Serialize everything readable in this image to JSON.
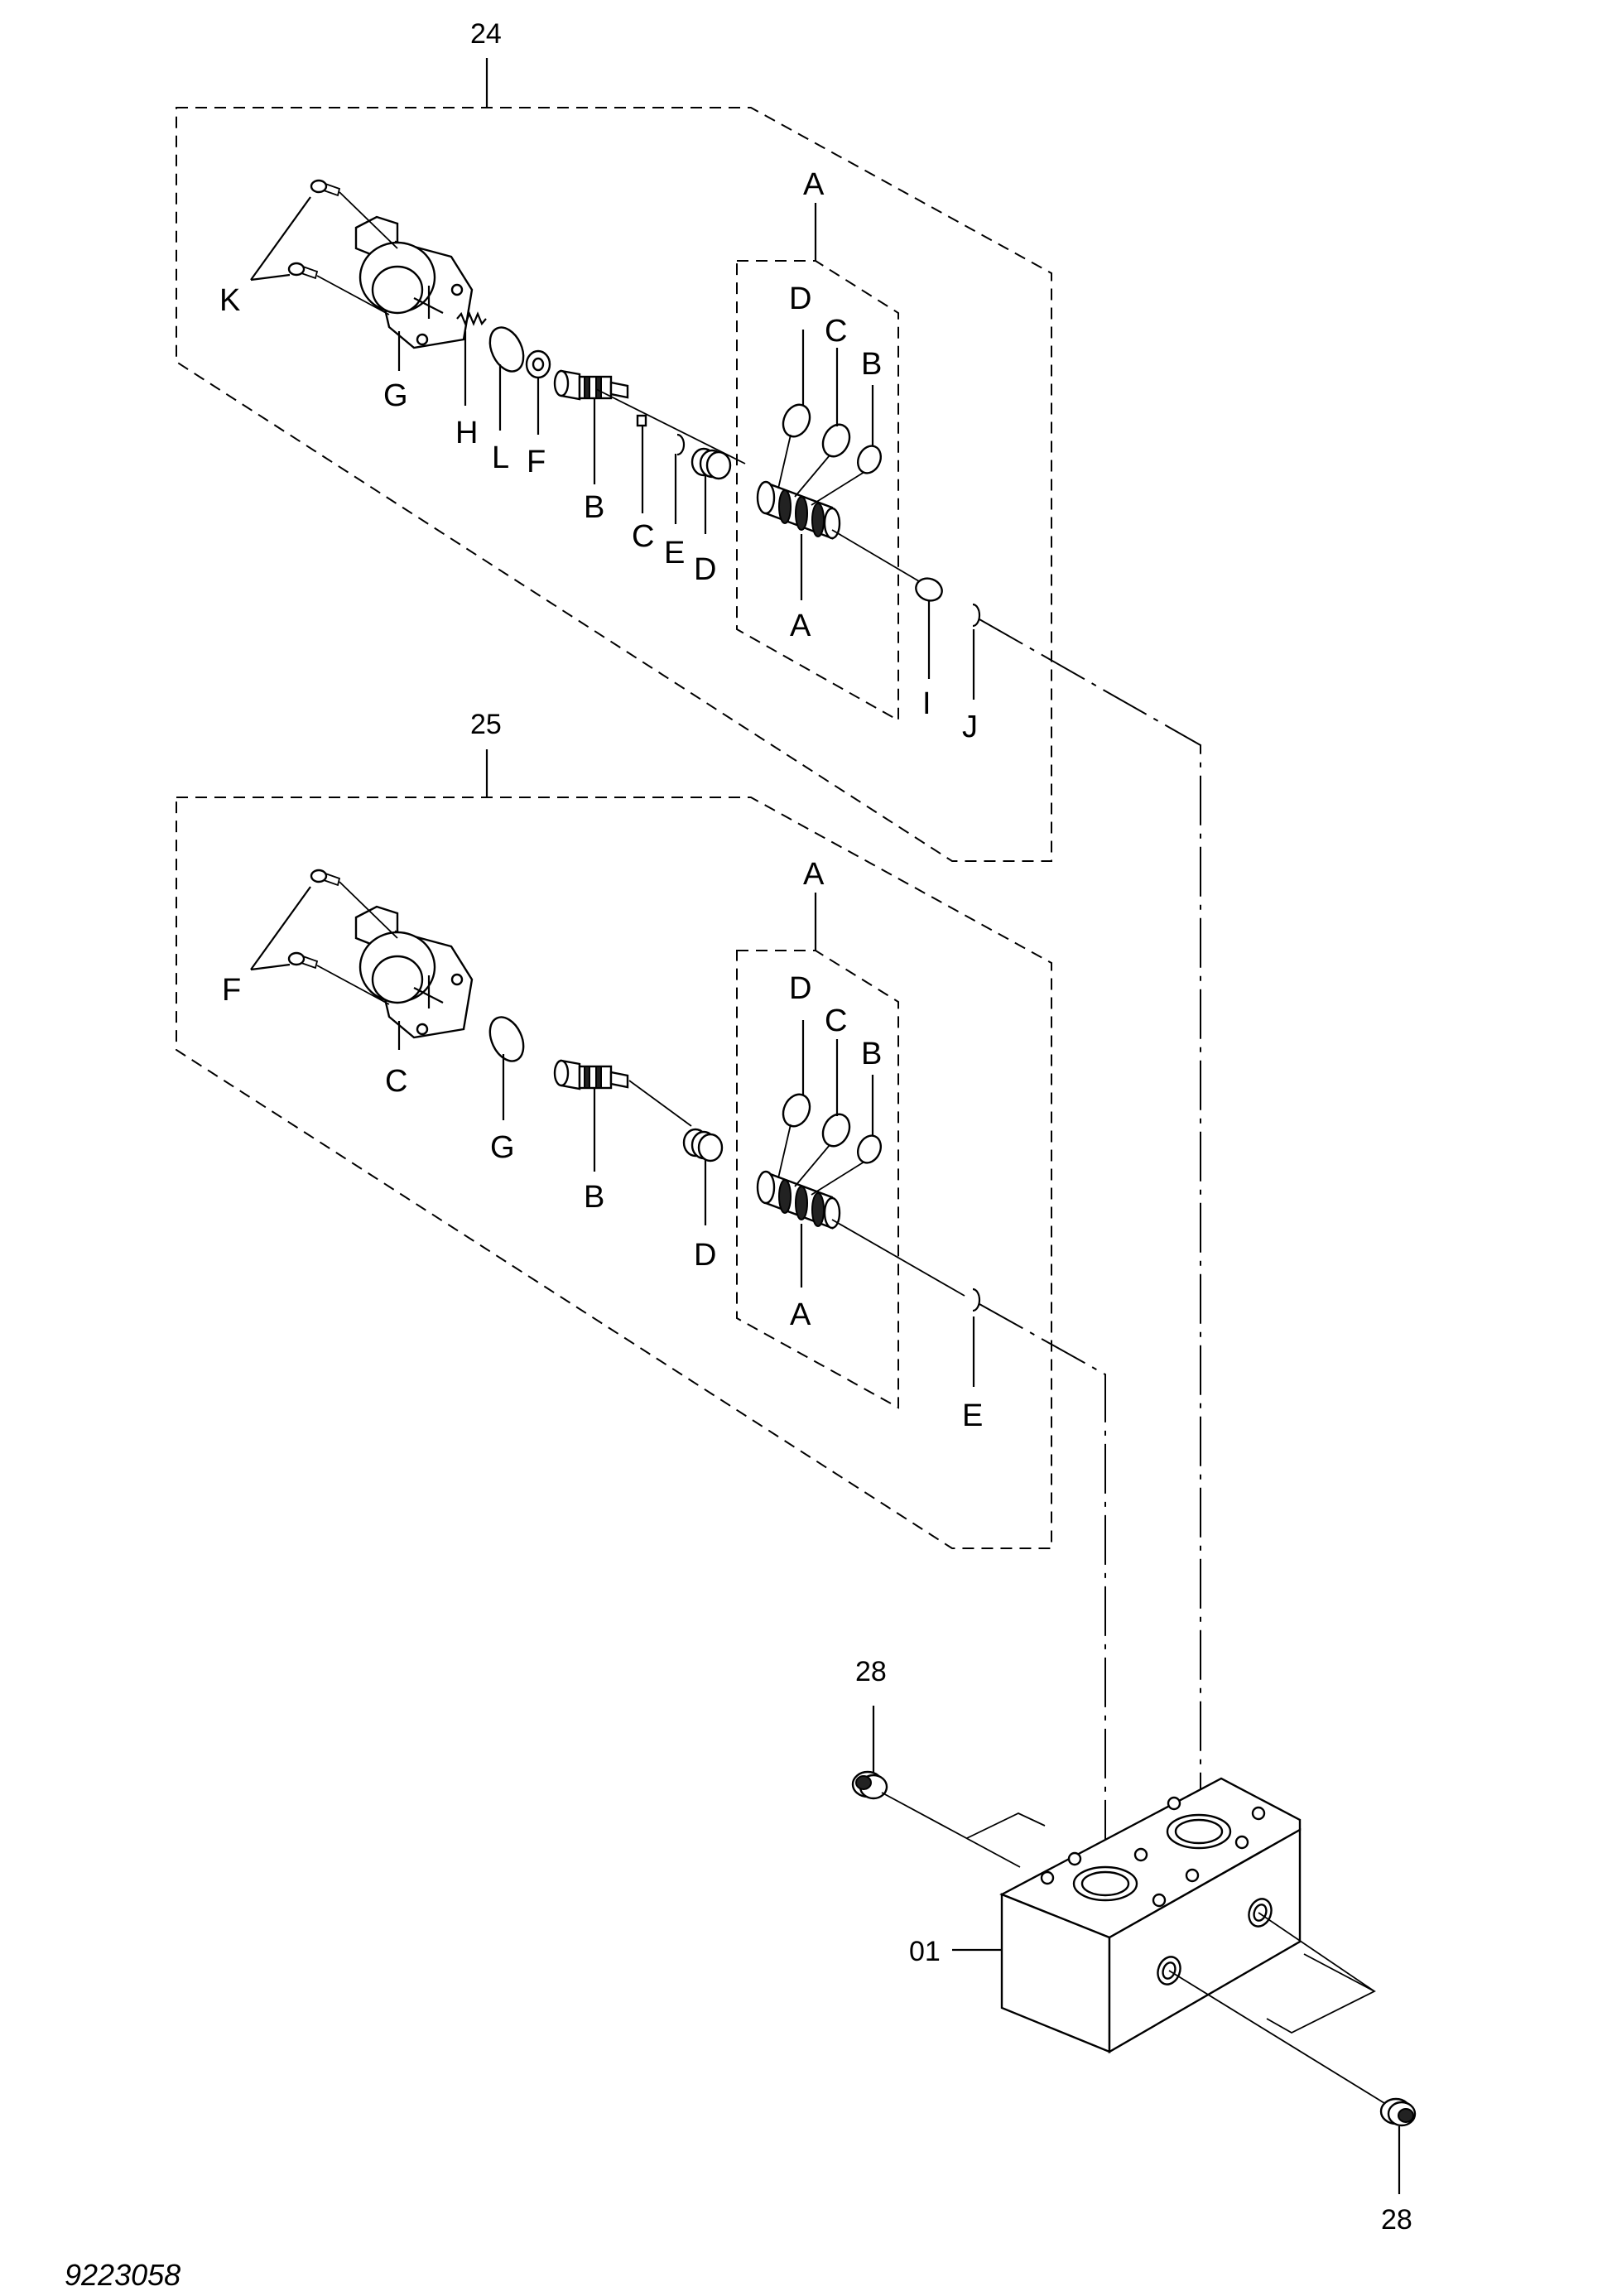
{
  "document_number": "9223058",
  "assembly_24": {
    "number": "24",
    "labels": {
      "K": "K",
      "G": "G",
      "H": "H",
      "L": "L",
      "F": "F",
      "B": "B",
      "C": "C",
      "E": "E",
      "D": "D",
      "I": "I",
      "J": "J",
      "inner_top_A": "A",
      "inner_bottom_A": "A",
      "inner_D": "D",
      "inner_C": "C",
      "inner_B": "B"
    }
  },
  "assembly_25": {
    "number": "25",
    "labels": {
      "F": "F",
      "C": "C",
      "G": "G",
      "B": "B",
      "D": "D",
      "E": "E",
      "inner_top_A": "A",
      "inner_bottom_A": "A",
      "inner_D": "D",
      "inner_C": "C",
      "inner_B": "B"
    }
  },
  "body_block": {
    "number": "01"
  },
  "plug_top": {
    "number": "28"
  },
  "plug_bottom": {
    "number": "28"
  }
}
